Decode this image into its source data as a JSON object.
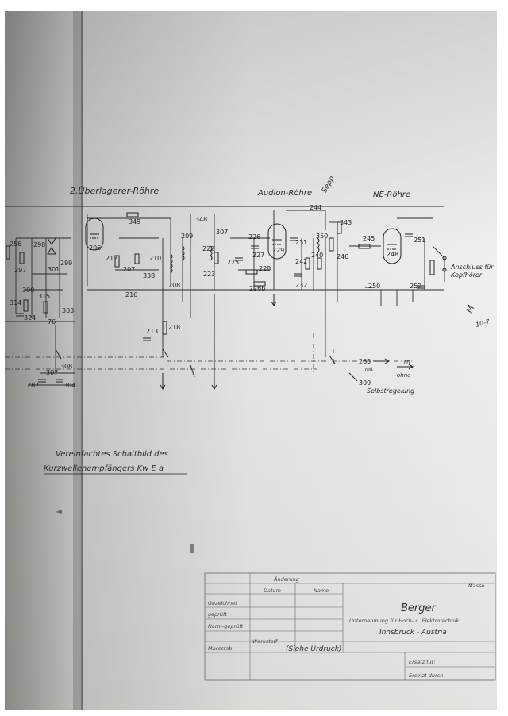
{
  "labels": {
    "tube1": "2.Überlagerer-Röhre",
    "tube2": "Audion-Röhre",
    "tube2_note": "Sepp",
    "tube3": "NE-Röhre",
    "headphone_l1": "Anschluss für",
    "headphone_l2": "Kopfhörer",
    "selbst": "Selbstregelung",
    "ohne": "ohne",
    "mit": "mit",
    "tn": "Tn",
    "caption_l1": "Vereinfachtes Schaltbild des",
    "caption_l2": "Kurzwellenempfängers Kw E a",
    "margin_note_1": "M",
    "margin_note_2": "10-7"
  },
  "component_numbers": {
    "n256": "256",
    "n298": "298",
    "n299": "299",
    "n297": "297",
    "n301": "301",
    "n300": "300",
    "n314": "314",
    "n315": "315",
    "n303": "303",
    "n324": "324",
    "n76": "76",
    "n308": "308",
    "n287": "287",
    "n304": "304",
    "n307b": "307",
    "n206": "206",
    "n349": "349",
    "n212": "212",
    "n207": "207",
    "n338": "338",
    "n210": "210",
    "n216": "216",
    "n208": "208",
    "n213": "213",
    "n218": "218",
    "n348": "348",
    "n307": "307",
    "n209": "209",
    "n222": "222",
    "n223": "223",
    "n226": "226",
    "n225": "225",
    "n227": "227",
    "n228": "228",
    "n226b": "226b",
    "n229": "229",
    "n231": "231",
    "n244": "244",
    "n343": "343",
    "n350": "350",
    "n242": "242",
    "n240": "240",
    "n232": "232",
    "n246": "246",
    "n245": "245",
    "n248": "248",
    "n251": "251",
    "n250": "250",
    "n252": "252",
    "n263": "263",
    "n309": "309"
  },
  "title_block": {
    "aenderung": "Änderung",
    "datum": "Datum",
    "name": "Name",
    "masse": "Masse",
    "gezeichnet": "Gezeichnet",
    "geprueft": "geprüft",
    "norm": "Norm-geprüft",
    "massstab": "Massstab",
    "werkstoff": "Werkstoff",
    "werkstoff_value": "(Siehe Urdruck)",
    "company": "Berger",
    "company_sub": "Unternehmung für Hoch- u. Elektrotechnik",
    "city": "Innsbruck - Austria",
    "ersatz_fuer": "Ersatz für:",
    "ersetzt_durch": "Ersetzt durch:"
  }
}
